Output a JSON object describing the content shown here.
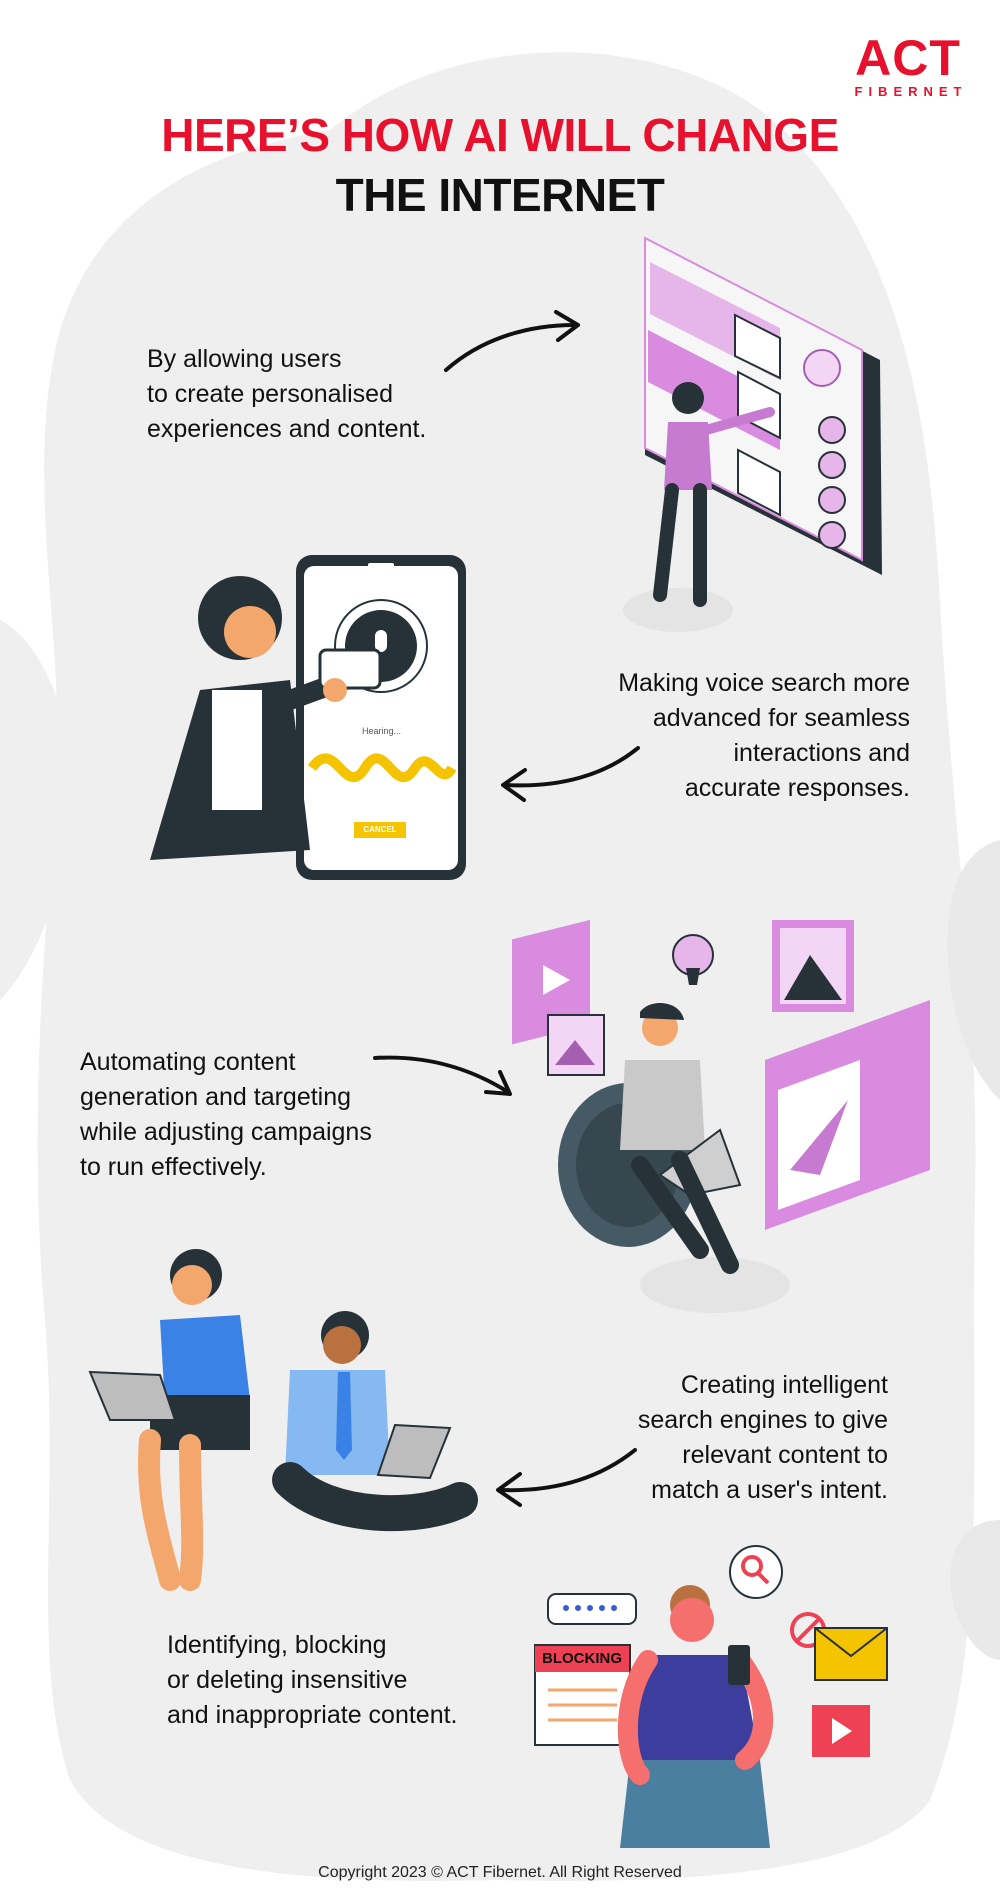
{
  "brand": {
    "name": "ACT",
    "sub": "FIBERNET",
    "color": "#e8112d"
  },
  "title": {
    "line1": "HERE’S HOW AI WILL CHANGE",
    "line2": "THE INTERNET",
    "accent_color": "#e8112d"
  },
  "points": [
    {
      "lines": [
        "By allowing users",
        "to create personalised",
        "experiences and content."
      ]
    },
    {
      "lines": [
        "Making voice search more",
        "advanced for seamless",
        "interactions and",
        "accurate responses."
      ]
    },
    {
      "lines": [
        "Automating content",
        "generation and targeting",
        "while adjusting campaigns",
        "to run effectively."
      ]
    },
    {
      "lines": [
        "Creating intelligent",
        "search engines to give",
        "relevant content to",
        "match a user's intent."
      ]
    },
    {
      "lines": [
        "Identifying, blocking",
        "or deleting insensitive",
        "and inappropriate content."
      ]
    }
  ],
  "illustration": {
    "phone_status": "Hearing...",
    "phone_button": "CANCEL",
    "blocking_label": "BLOCKING",
    "accent_pink": "#d98be0",
    "accent_purple": "#a45fb0",
    "accent_yellow": "#f5c400",
    "accent_blue": "#3b82e6",
    "accent_red": "#ef4154",
    "dark": "#263238"
  },
  "footer": {
    "copyright": "Copyright 2023 © ACT Fibernet. All Right Reserved"
  }
}
